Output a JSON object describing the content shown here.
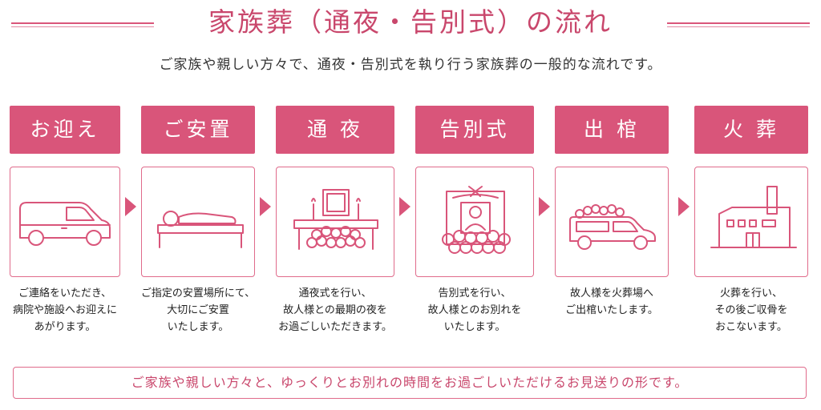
{
  "header": {
    "title": "家族葬（通夜・告別式）の流れ",
    "subtitle": "ご家族や親しい方々で、通夜・告別式を執り行う家族葬の一般的な流れです。"
  },
  "steps": [
    {
      "label": "お迎え",
      "icon": "hearse-van-icon",
      "desc": [
        "ご連絡をいただき、",
        "病院や施設へお迎えに",
        "あがります。"
      ]
    },
    {
      "label": "ご安置",
      "icon": "resting-bed-icon",
      "desc": [
        "ご指定の安置場所にて、",
        "大切にご安置",
        "いたします。"
      ]
    },
    {
      "label": "通 夜",
      "icon": "wake-altar-icon",
      "desc": [
        "通夜式を行い、",
        "故人様との最期の夜を",
        "お過ごしいただきます。"
      ]
    },
    {
      "label": "告別式",
      "icon": "funeral-altar-icon",
      "desc": [
        "告別式を行い、",
        "故人様とのお別れを",
        "いたします。"
      ]
    },
    {
      "label": "出 棺",
      "icon": "hearse-car-icon",
      "desc": [
        "故人様を火葬場へ",
        "ご出棺いたします。"
      ]
    },
    {
      "label": "火 葬",
      "icon": "crematorium-icon",
      "desc": [
        "火葬を行い、",
        "その後ご収骨を",
        "おこないます。"
      ]
    }
  ],
  "footer": {
    "text": "ご家族や親しい方々と、ゆっくりとお別れの時間をお過ごしいただけるお見送りの形です。"
  },
  "colors": {
    "accent": "#d9557a",
    "accent_text": "#c9476c",
    "line": "#e06b8b"
  }
}
